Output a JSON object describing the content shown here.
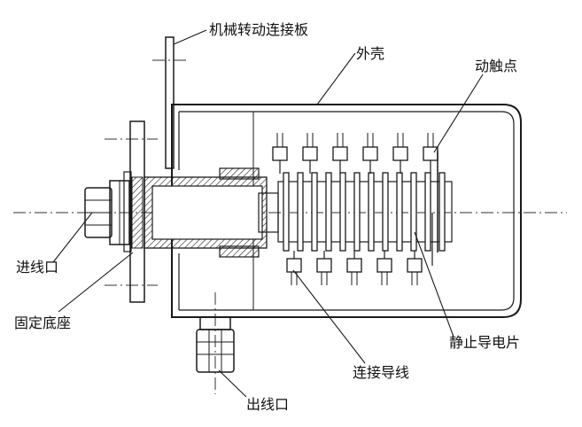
{
  "labels": {
    "mechanical_plate": "机械转动连接板",
    "housing": "外壳",
    "moving_contact": "动触点",
    "inlet": "进线口",
    "fixed_base": "固定底座",
    "static_plate": "静止导电片",
    "connecting_wire": "连接导线",
    "outlet": "出线口"
  },
  "contacts": {
    "top_count": 6,
    "bottom_count": 5,
    "plate_count": 12
  }
}
